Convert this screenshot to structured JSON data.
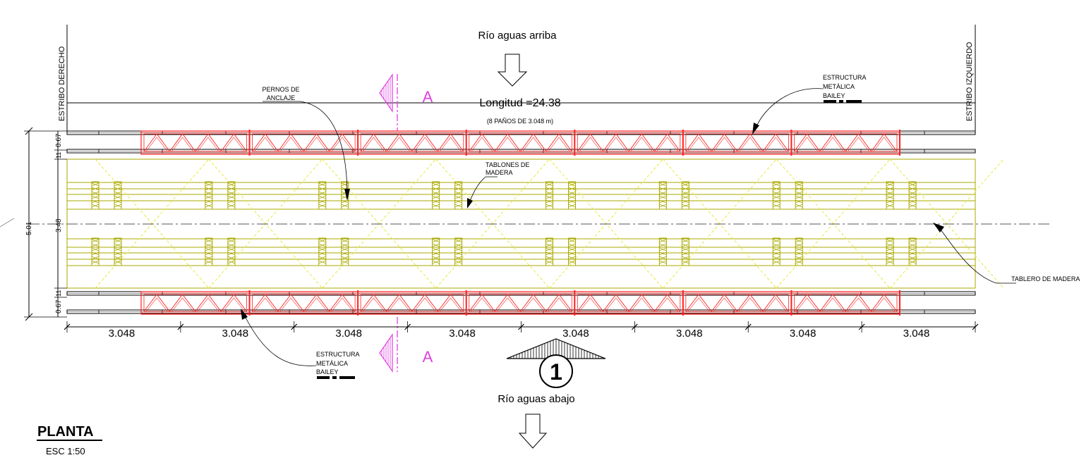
{
  "upstream_label": "Río aguas arriba",
  "downstream_label": "Río aguas abajo",
  "span_label": "Longitud =24.38",
  "span_note": "(8 PAÑOS DE 3.048 m)",
  "abutment_left": "ESTRIBO  DERECHO",
  "abutment_right": "ESTRIBO  IZQUIERDO",
  "section_mark": "A",
  "detail_number": "1",
  "panel_dims": [
    "3.048",
    "3.048",
    "3.048",
    "3.048",
    "3.048",
    "3.048",
    "3.048",
    "3.048"
  ],
  "vertical_dims": {
    "total": "5.01",
    "deck": "3.48",
    "truss_top": "0.67",
    "truss_bottom": "0.67",
    "gap_top": "11",
    "gap_bottom": "11"
  },
  "notes": {
    "anchor_bolts": [
      "PERNOS DE",
      "ANCLAJE"
    ],
    "planks": [
      "TABLONES DE",
      "MADERA"
    ],
    "deck": "TABLERO DE MADERA",
    "bailey_top": [
      "ESTRUCTURA",
      "METÁLICA",
      "BAILEY"
    ],
    "bailey_bottom": [
      "ESTRUCTURA",
      "METÁLICA",
      "BAILEY"
    ]
  },
  "title": "PLANTA",
  "scale": "ESC  1:50",
  "colors": {
    "truss": "#ff2020",
    "deck": "#a8a800",
    "bracing": "#e8e840",
    "section": "#e040e0",
    "ink": "#000000"
  }
}
